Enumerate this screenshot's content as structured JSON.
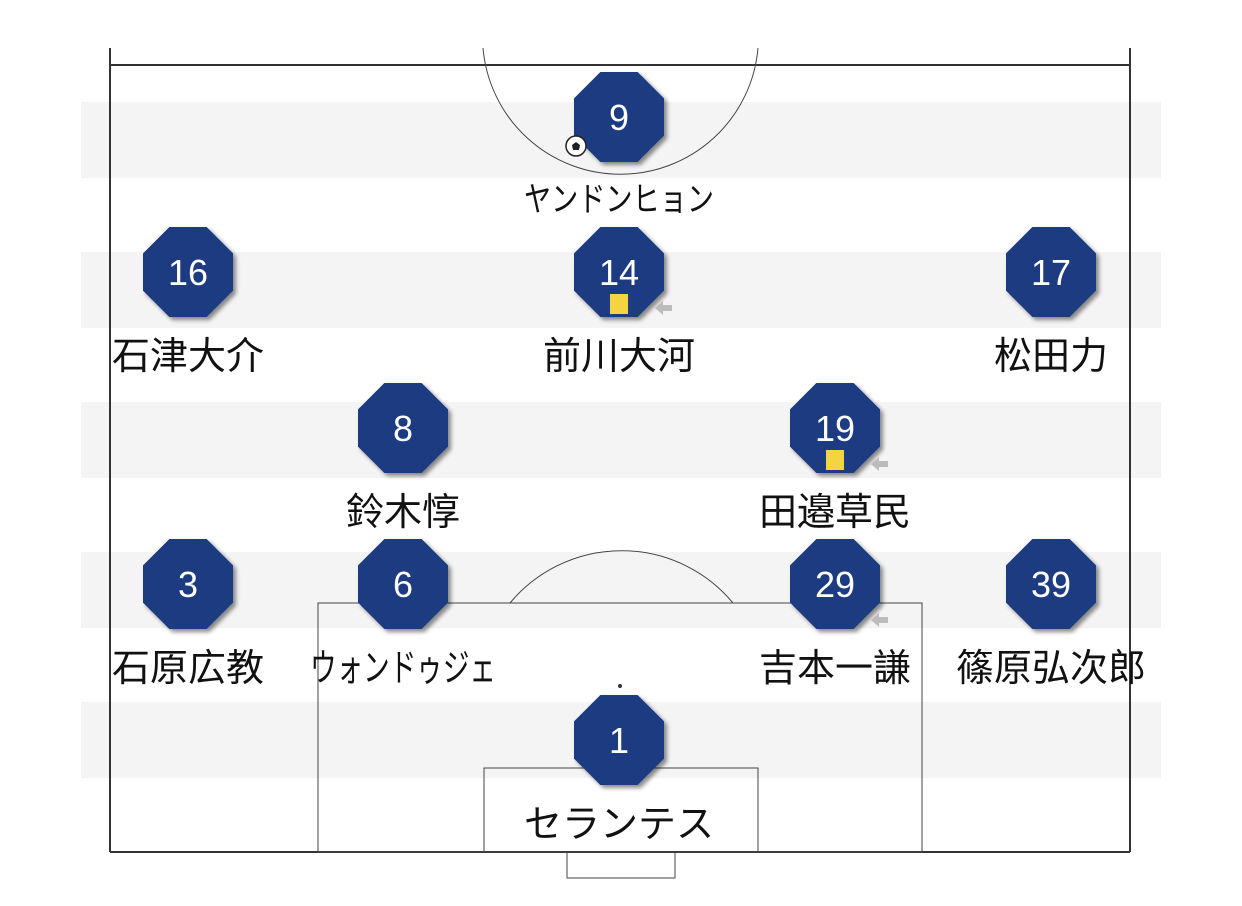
{
  "colors": {
    "badge": "#1a3b80",
    "stripe": "#f4f4f4",
    "card": "#f5d442",
    "line": "#333333"
  },
  "players": [
    {
      "number": "9",
      "name": "ヤンドンヒョン",
      "compressed": true,
      "ball": true
    },
    {
      "number": "16",
      "name": "石津大介"
    },
    {
      "number": "14",
      "name": "前川大河",
      "yellow_card": true,
      "substituted": true
    },
    {
      "number": "17",
      "name": "松田力"
    },
    {
      "number": "8",
      "name": "鈴木惇"
    },
    {
      "number": "19",
      "name": "田邉草民",
      "yellow_card": true,
      "substituted": true
    },
    {
      "number": "3",
      "name": "石原広教"
    },
    {
      "number": "6",
      "name": "ウォンドゥジェ",
      "compressed": true
    },
    {
      "number": "29",
      "name": "吉本一謙",
      "substituted": true
    },
    {
      "number": "39",
      "name": "篠原弘次郎"
    },
    {
      "number": "1",
      "name": "セランテス"
    }
  ]
}
